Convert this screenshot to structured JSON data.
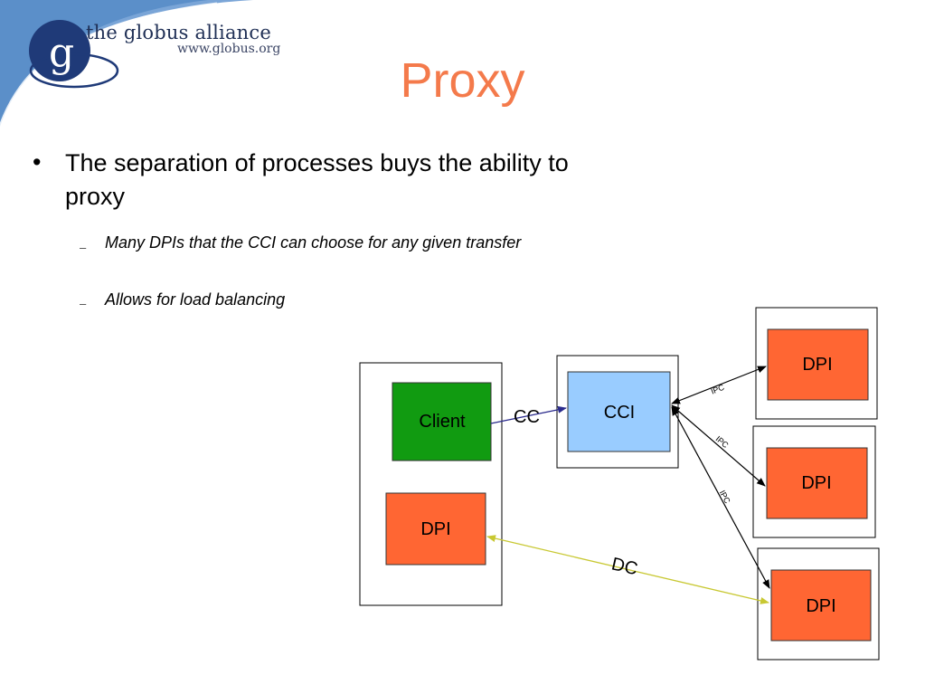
{
  "header": {
    "logo_letter": "g",
    "brand": "the globus alliance",
    "url": "www.globus.org"
  },
  "slide": {
    "title": "Proxy",
    "bullet": "The separation of processes buys the ability to proxy",
    "sub_bullets": [
      "Many DPIs that the CCI can choose for any given transfer",
      "Allows for load balancing"
    ]
  },
  "diagram": {
    "nodes": {
      "client": "Client",
      "local_dpi": "DPI",
      "cci": "CCI",
      "dpi_1": "DPI",
      "dpi_2": "DPI",
      "dpi_3": "DPI"
    },
    "edges": {
      "cc": "CC",
      "dc": "DC",
      "ipc": "IPC"
    },
    "colors": {
      "client": "#119b11",
      "dpi": "#ff6633",
      "cci": "#99ccff",
      "cc_arrow": "#2a2a8c",
      "dc_arrow": "#c8c832",
      "title": "#f47a4b",
      "corner_blue": "#5b8fc9"
    }
  }
}
